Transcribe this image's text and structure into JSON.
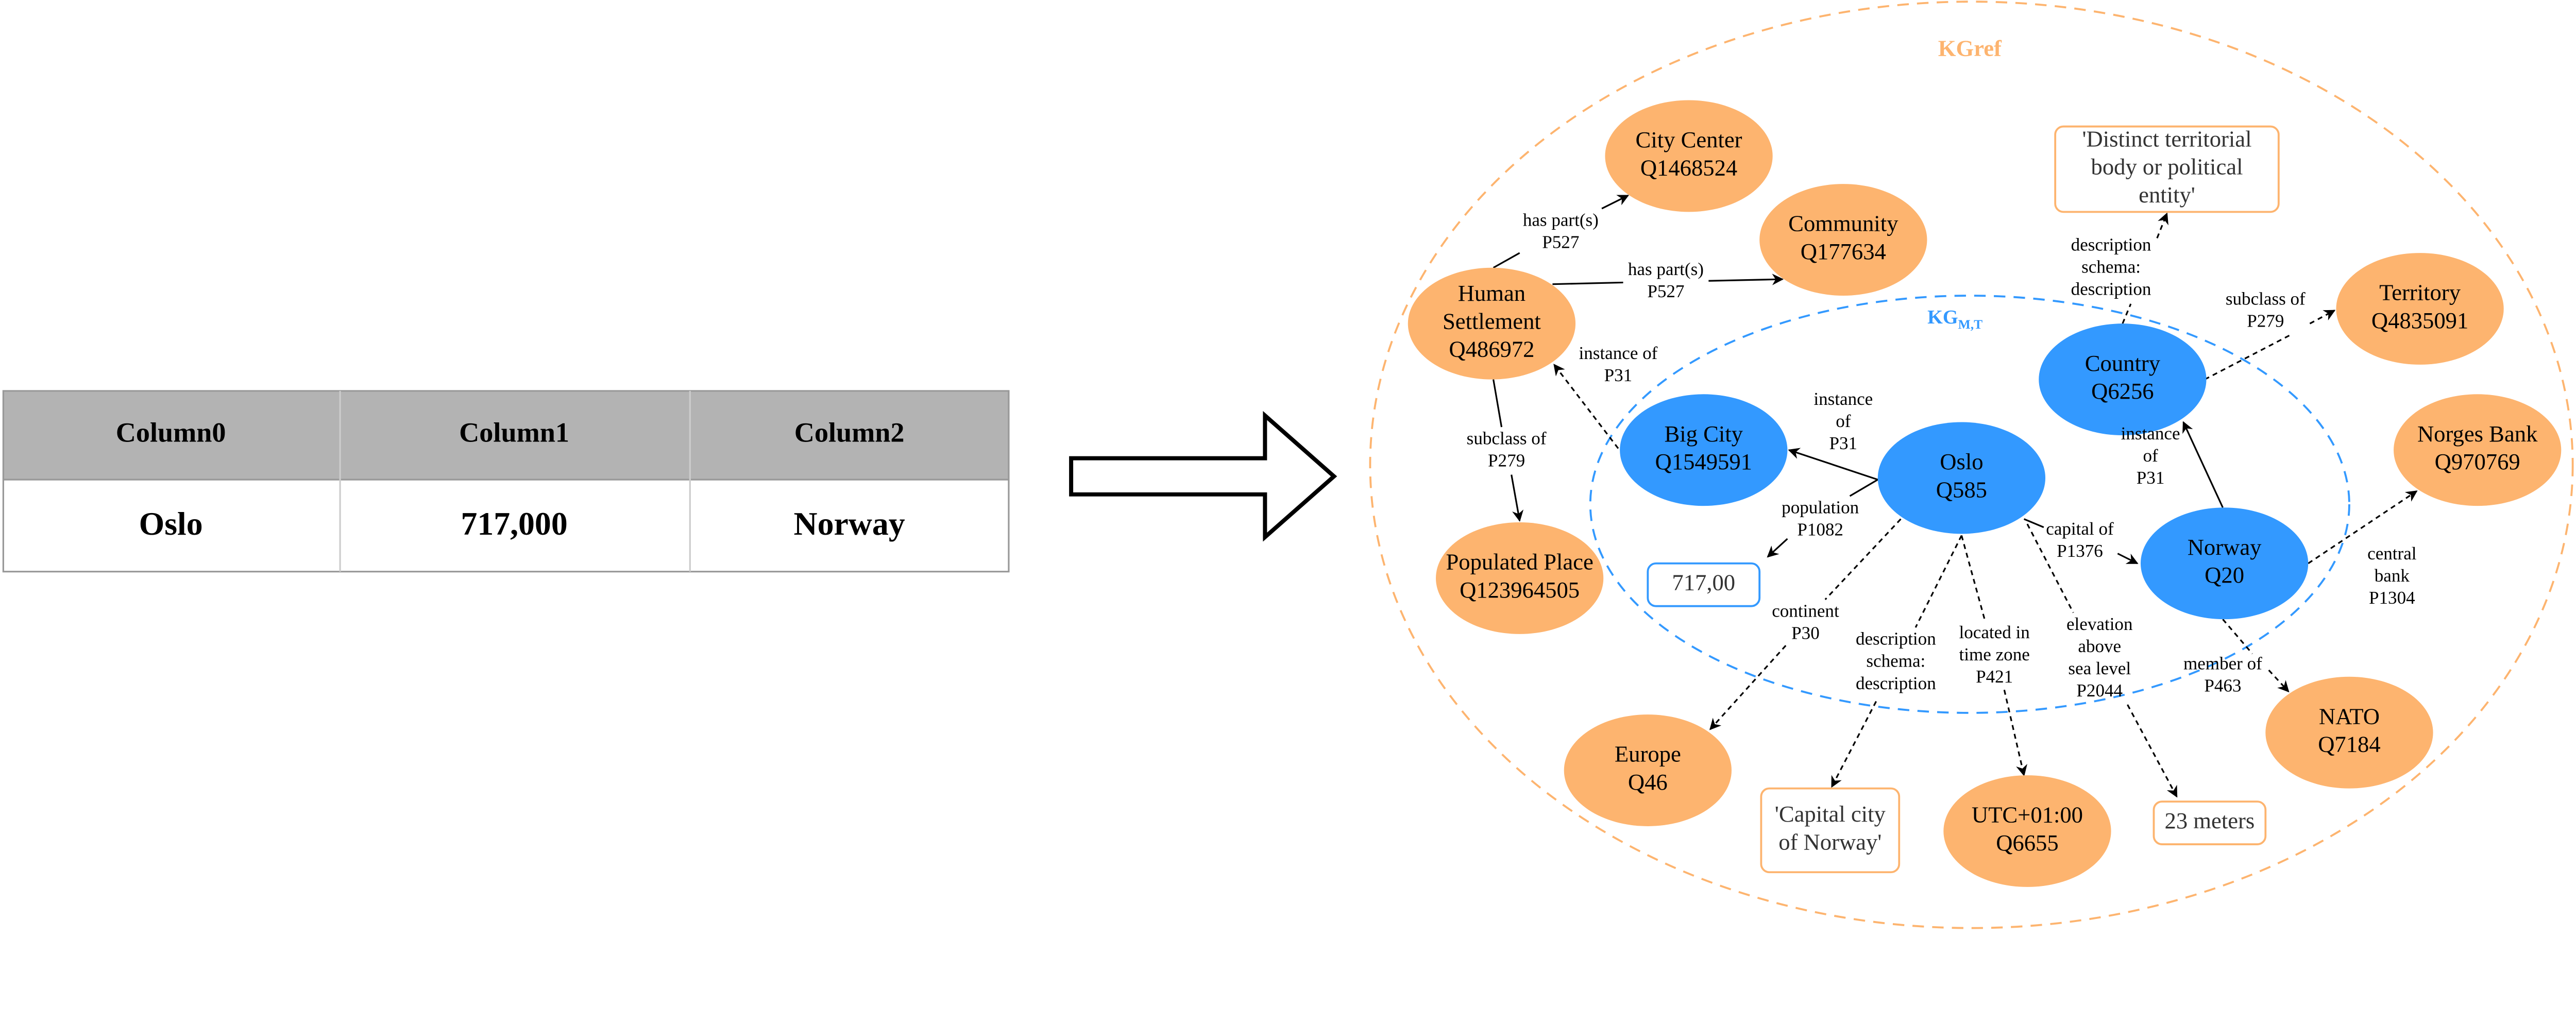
{
  "colors": {
    "reference_kg": "#FDB46F",
    "matched_kg": "#3399FF",
    "table_header_bg": "#B3B3B3",
    "edge": "#000000"
  },
  "table": {
    "headers": [
      "Column0",
      "Column1",
      "Column2"
    ],
    "rows": [
      [
        "Oslo",
        "717,000",
        "Norway"
      ]
    ]
  },
  "transform_arrow": "hollow-right-arrow",
  "diagram": {
    "outer_label": "KGref",
    "inner_label": {
      "main": "KG",
      "sub": "M,T"
    },
    "nodes": [
      {
        "lines": [
          "City Center",
          "Q1468524"
        ],
        "group": "reference"
      },
      {
        "lines": [
          "Community",
          "Q177634"
        ],
        "group": "reference"
      },
      {
        "lines": [
          "Human",
          "Settlement",
          "Q486972"
        ],
        "group": "reference"
      },
      {
        "lines": [
          "Populated Place",
          "Q123964505"
        ],
        "group": "reference"
      },
      {
        "lines": [
          "Big City",
          "Q1549591"
        ],
        "group": "matched"
      },
      {
        "lines": [
          "Oslo",
          "Q585"
        ],
        "group": "matched"
      },
      {
        "lines": [
          "Country",
          "Q6256"
        ],
        "group": "matched"
      },
      {
        "lines": [
          "Norway",
          "Q20"
        ],
        "group": "matched"
      },
      {
        "lines": [
          "Territory",
          "Q4835091"
        ],
        "group": "reference"
      },
      {
        "lines": [
          "Norges Bank",
          "Q970769"
        ],
        "group": "reference"
      },
      {
        "lines": [
          "NATO",
          "Q7184"
        ],
        "group": "reference"
      },
      {
        "lines": [
          "Europe",
          "Q46"
        ],
        "group": "reference"
      },
      {
        "lines": [
          "UTC+01:00",
          "Q6655"
        ],
        "group": "reference"
      }
    ],
    "literals": [
      {
        "lines": [
          "'Distinct territorial",
          "body or political",
          "entity'"
        ],
        "group": "reference"
      },
      {
        "lines": [
          "717,00"
        ],
        "group": "matched"
      },
      {
        "lines": [
          "'Capital city",
          "of Norway'"
        ],
        "group": "reference"
      },
      {
        "lines": [
          "23 meters"
        ],
        "group": "reference"
      }
    ],
    "edges": [
      {
        "lines": [
          "has part(s)",
          "P527"
        ],
        "style": "solid"
      },
      {
        "lines": [
          "has part(s)",
          "P527"
        ],
        "style": "solid"
      },
      {
        "lines": [
          "instance of",
          "P31"
        ],
        "style": "dashed"
      },
      {
        "lines": [
          "subclass of",
          "P279"
        ],
        "style": "solid"
      },
      {
        "lines": [
          "instance",
          "of",
          "P31"
        ],
        "style": "solid"
      },
      {
        "lines": [
          "population",
          "P1082"
        ],
        "style": "solid"
      },
      {
        "lines": [
          "description",
          "schema:",
          "description"
        ],
        "style": "dashed"
      },
      {
        "lines": [
          "subclass of",
          "P279"
        ],
        "style": "dashed"
      },
      {
        "lines": [
          "instance",
          "of",
          "P31"
        ],
        "style": "solid"
      },
      {
        "lines": [
          "capital of",
          "P1376"
        ],
        "style": "solid"
      },
      {
        "lines": [
          "central",
          "bank",
          "P1304"
        ],
        "style": "dashed"
      },
      {
        "lines": [
          "member of",
          "P463"
        ],
        "style": "dashed"
      },
      {
        "lines": [
          "continent",
          "P30"
        ],
        "style": "dashed"
      },
      {
        "lines": [
          "description",
          "schema:",
          "description"
        ],
        "style": "dashed"
      },
      {
        "lines": [
          "located in",
          "time zone",
          "P421"
        ],
        "style": "dashed"
      },
      {
        "lines": [
          "elevation",
          "above",
          "sea level",
          "P2044"
        ],
        "style": "dashed"
      }
    ]
  }
}
